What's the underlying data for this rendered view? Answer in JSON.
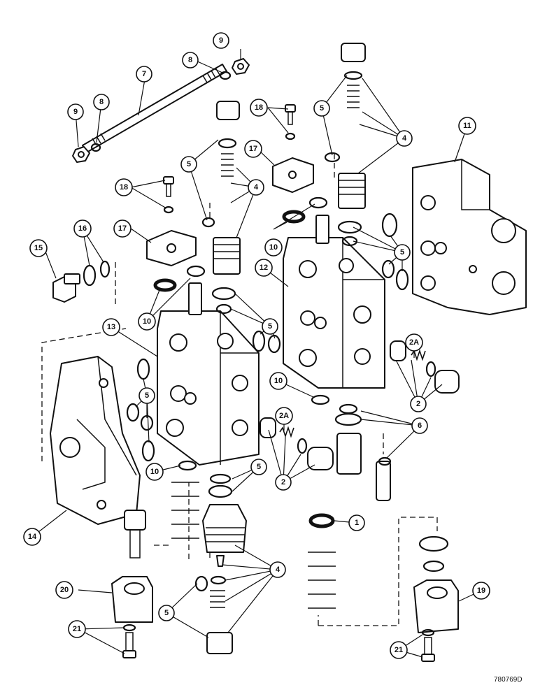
{
  "drawing": {
    "reference_number": "780769D"
  },
  "callouts": [
    {
      "id": "c9a",
      "label": "9"
    },
    {
      "id": "c8a",
      "label": "8"
    },
    {
      "id": "c7",
      "label": "7"
    },
    {
      "id": "c8b",
      "label": "8"
    },
    {
      "id": "c9b",
      "label": "9"
    },
    {
      "id": "c18a",
      "label": "18"
    },
    {
      "id": "c5a",
      "label": "5"
    },
    {
      "id": "c4a",
      "label": "4"
    },
    {
      "id": "c11",
      "label": "11"
    },
    {
      "id": "c17a",
      "label": "17"
    },
    {
      "id": "c5b",
      "label": "5"
    },
    {
      "id": "c4b",
      "label": "4"
    },
    {
      "id": "c18b",
      "label": "18"
    },
    {
      "id": "c17b",
      "label": "17"
    },
    {
      "id": "c16",
      "label": "16"
    },
    {
      "id": "c15",
      "label": "15"
    },
    {
      "id": "c10a",
      "label": "10"
    },
    {
      "id": "c12",
      "label": "12"
    },
    {
      "id": "c5c",
      "label": "5"
    },
    {
      "id": "c10b",
      "label": "10"
    },
    {
      "id": "c5d",
      "label": "5"
    },
    {
      "id": "c13",
      "label": "13"
    },
    {
      "id": "c2Aa",
      "label": "2A"
    },
    {
      "id": "c10c",
      "label": "10"
    },
    {
      "id": "c2a",
      "label": "2"
    },
    {
      "id": "c5e",
      "label": "5"
    },
    {
      "id": "c6",
      "label": "6"
    },
    {
      "id": "c2Ab",
      "label": "2A"
    },
    {
      "id": "c10d",
      "label": "10"
    },
    {
      "id": "c5f",
      "label": "5"
    },
    {
      "id": "c2b",
      "label": "2"
    },
    {
      "id": "c1",
      "label": "1"
    },
    {
      "id": "c14",
      "label": "14"
    },
    {
      "id": "c4c",
      "label": "4"
    },
    {
      "id": "c20",
      "label": "20"
    },
    {
      "id": "c19",
      "label": "19"
    },
    {
      "id": "c21a",
      "label": "21"
    },
    {
      "id": "c5g",
      "label": "5"
    },
    {
      "id": "c21b",
      "label": "21"
    }
  ]
}
